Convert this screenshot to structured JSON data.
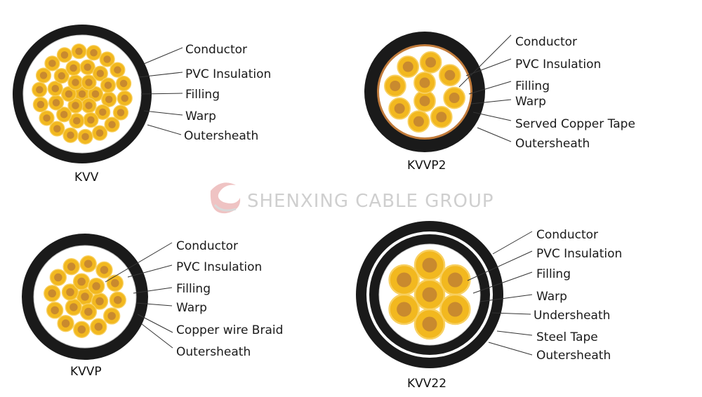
{
  "watermark": "SHENXING CABLE GROUP",
  "colors": {
    "sheath": "#1a1a1a",
    "insulation": "#f2b81f",
    "insulation_light": "#f8d060",
    "conductor": "#c98a2e",
    "copper_tape": "#c07a3a",
    "filling": "#ffffff"
  },
  "cables": [
    {
      "name": "KVV",
      "labels": [
        "Conductor",
        "PVC Insulation",
        "Filling",
        "Warp",
        "Outersheath"
      ]
    },
    {
      "name": "KVVP2",
      "labels": [
        "Conductor",
        "PVC Insulation",
        "Filling",
        "Warp",
        "Served Copper Tape",
        "Outersheath"
      ]
    },
    {
      "name": "KVVP",
      "labels": [
        "Conductor",
        "PVC Insulation",
        "Filling",
        "Warp",
        "Copper wire Braid",
        "Outersheath"
      ]
    },
    {
      "name": "KVV22",
      "labels": [
        "Conductor",
        "PVC Insulation",
        "Filling",
        "Warp",
        "Undersheath",
        "Steel Tape",
        "Outersheath"
      ]
    }
  ]
}
